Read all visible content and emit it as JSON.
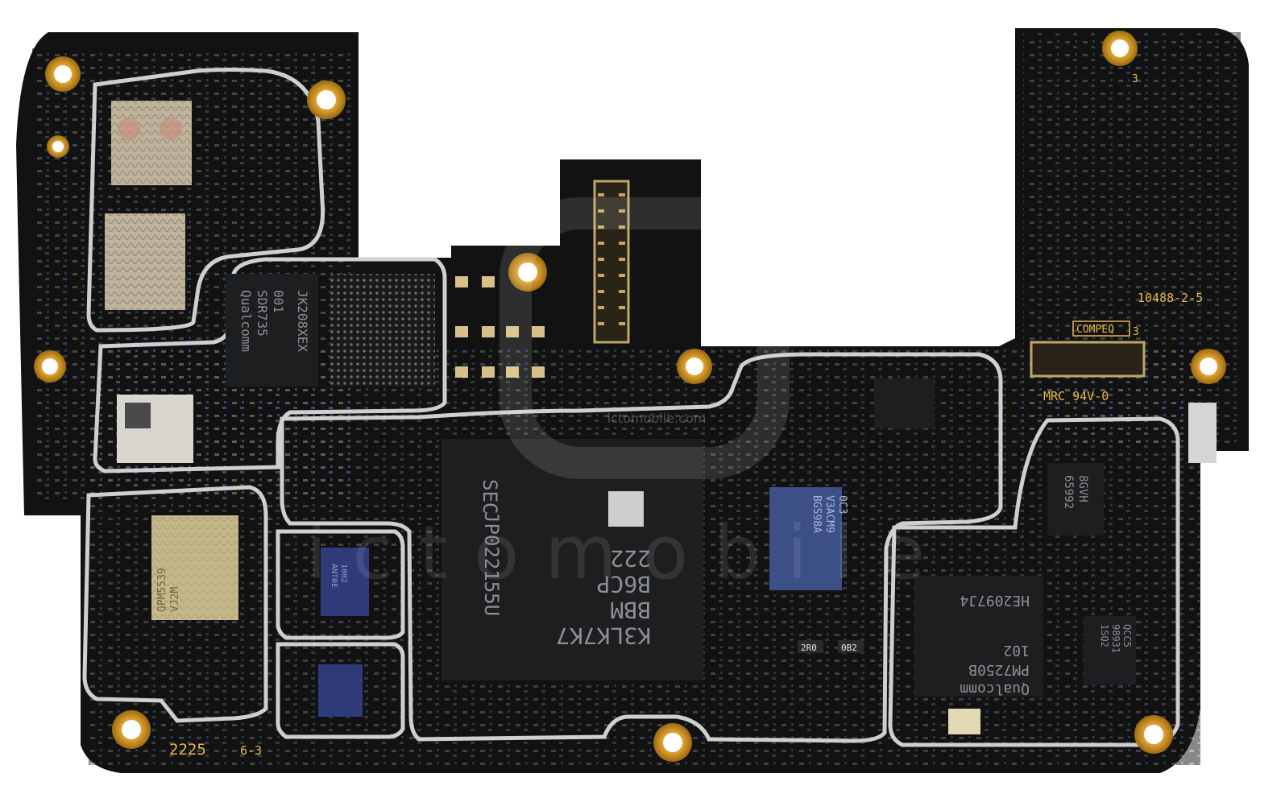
{
  "silkscreen": {
    "board_id": "10488-2-5",
    "compeq": "COMPEQ",
    "compeq_suffix": "3",
    "flammability": "MRC 94V-0",
    "date_code": "2225",
    "lot_code": "6-3",
    "antenna_mark": "3",
    "res_2r0": "2R0",
    "res_0b2": "0B2"
  },
  "chips": {
    "soc": [
      "K3LK7K7",
      "BBM",
      "B6CP",
      "222"
    ],
    "soc_side": [
      "SEC",
      "JP022155U"
    ],
    "rf_transceiver": [
      "Qualcomm",
      "SDR735",
      "001",
      "JK208XEX"
    ],
    "pmic": [
      "Qualcomm",
      "PM7250B",
      "102",
      "HE2097J4"
    ],
    "wifi_chip": [
      "BGS98A",
      "V3ACM9",
      "0C3"
    ],
    "pa_module": [
      "QPM5539",
      "VJ2M"
    ],
    "small_pmic": [
      "65992",
      "8GVH"
    ],
    "amp_chip": [
      "QCC5",
      "98931",
      "1SQ2"
    ],
    "rf_module_labels": [
      "ANT0E",
      "1002"
    ]
  },
  "watermark": {
    "brand": "ictomobile.com",
    "word": "ictomobile"
  },
  "colors": {
    "pcb": "#121212",
    "gold": "#d79a2a",
    "shield": "#c9c9c9",
    "silk": "#e7b84a",
    "chip": "#1d1e20"
  }
}
